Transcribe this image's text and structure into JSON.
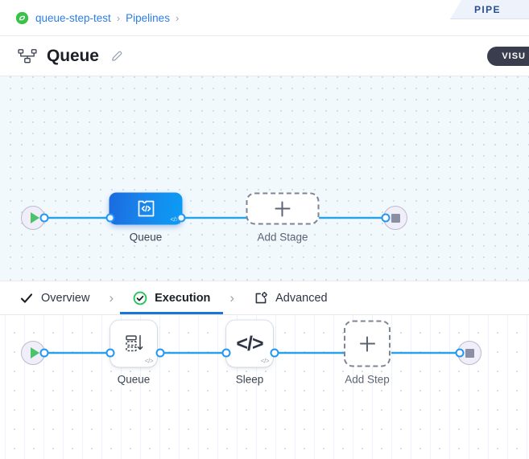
{
  "ribbon": {
    "label": "PIPE"
  },
  "breadcrumb": {
    "icon": "pipeline-badge-icon",
    "items": [
      {
        "label": "queue-step-test"
      },
      {
        "label": "Pipelines"
      }
    ],
    "separator": "›"
  },
  "header": {
    "icon": "pipeline-hierarchy-icon",
    "title": "Queue",
    "edit_icon": "pencil-icon",
    "visual_toggle": "VISU"
  },
  "tabs": [
    {
      "label": "Overview",
      "icon": "check-icon",
      "active": false
    },
    {
      "label": "Execution",
      "icon": "check-circle-icon",
      "active": true
    },
    {
      "label": "Advanced",
      "icon": "gear-frame-icon",
      "active": false
    }
  ],
  "tab_separator": "›",
  "stage_canvas": {
    "nodes": [
      {
        "type": "start",
        "label": "",
        "icon": "play-icon"
      },
      {
        "type": "stage",
        "label": "Queue",
        "icon": "code-block-icon",
        "badge": "</>"
      },
      {
        "type": "add-stage",
        "label": "Add Stage",
        "icon": "plus-icon"
      },
      {
        "type": "stop",
        "label": "",
        "icon": "stop-icon"
      }
    ]
  },
  "step_canvas": {
    "nodes": [
      {
        "type": "start",
        "label": "",
        "icon": "play-icon"
      },
      {
        "type": "step",
        "label": "Queue",
        "icon": "queue-stack-icon",
        "badge": "</>"
      },
      {
        "type": "step",
        "label": "Sleep",
        "icon": "code-glyph-icon",
        "badge": "</>",
        "glyph": "</>"
      },
      {
        "type": "add-step",
        "label": "Add Step",
        "icon": "plus-icon"
      },
      {
        "type": "stop",
        "label": "",
        "icon": "stop-icon"
      }
    ]
  },
  "colors": {
    "accent_blue": "#1976d2",
    "edge_blue": "#29a3e8",
    "node_blue_start": "#1b6ade",
    "node_blue_end": "#099df5",
    "success_green": "#22c55e",
    "play_green": "#4cc26a",
    "dark_pill": "#393d4d",
    "ribbon_blue": "#2a4d8f"
  }
}
